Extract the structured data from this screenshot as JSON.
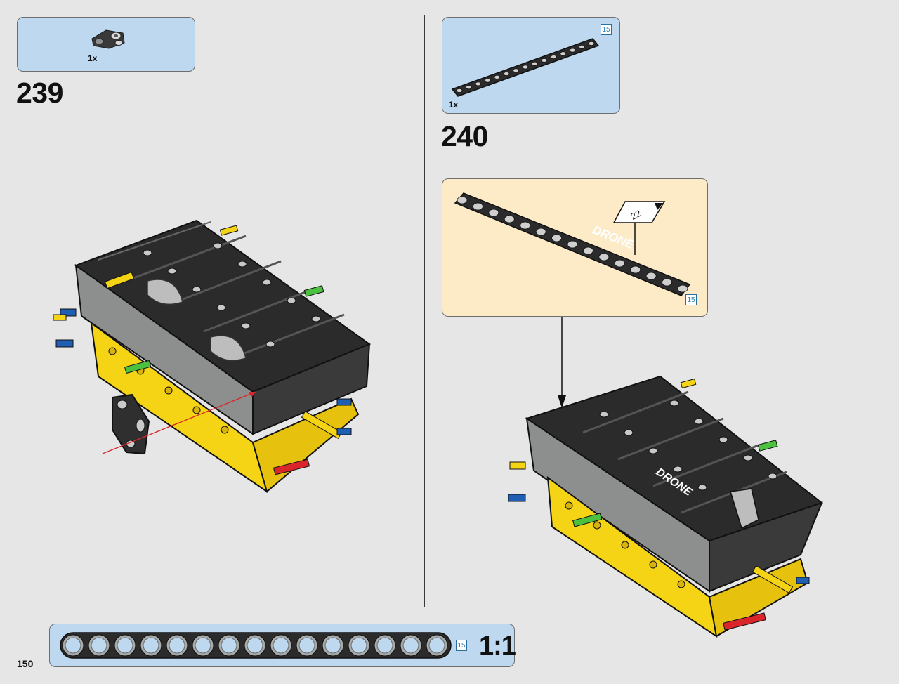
{
  "page": {
    "number": "150"
  },
  "steps": [
    {
      "number": "239",
      "parts": [
        {
          "quantity": "1x",
          "part": "connector-block-icon"
        }
      ]
    },
    {
      "number": "240",
      "parts": [
        {
          "quantity": "1x",
          "part": "technic-beam-15-icon",
          "length": "15"
        }
      ]
    }
  ],
  "callout": {
    "sticker_number": "22",
    "beam_length": "15",
    "sticker_text": "DRONE"
  },
  "scale_bar": {
    "beam_length": "15",
    "scale_label": "1:1",
    "holes": 15
  },
  "colors": {
    "page_background": "#e6e6e6",
    "parts_box": "#bdd8ef",
    "callout_box": "#fdebc8",
    "beam_black": "#2b2b2b",
    "technic_yellow": "#f5d416",
    "technic_gray": "#a9acab",
    "pin_blue": "#1f5fb3",
    "axle_green": "#4cc13f",
    "guide_red": "#d9262b"
  }
}
